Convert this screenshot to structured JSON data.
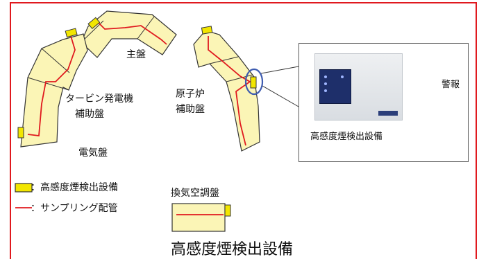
{
  "diagram": {
    "labels": {
      "main_panel": "主盤",
      "turbine_panel_line1": "タービン発電機",
      "turbine_panel_line2": "補助盤",
      "reactor_panel_line1": "原子炉",
      "reactor_panel_line2": "補助盤",
      "electric_panel": "電気盤",
      "hvac_panel": "換気空調盤"
    },
    "callout": {
      "caption": "高感度煙検出設備",
      "alarm_label": "警報"
    },
    "legend": {
      "detector": "：高感度煙検出設備",
      "piping": "：サンプリング配管"
    },
    "bottom_title": "高感度煙検出設備",
    "colors": {
      "panel_fill": "#fbf5b6",
      "detector_fill": "#f2e600",
      "piping": "#e0191e",
      "frame": "#e0191e",
      "highlight_circle": "#3d5bb0",
      "arrow_fill": "#a9a9a9"
    }
  }
}
